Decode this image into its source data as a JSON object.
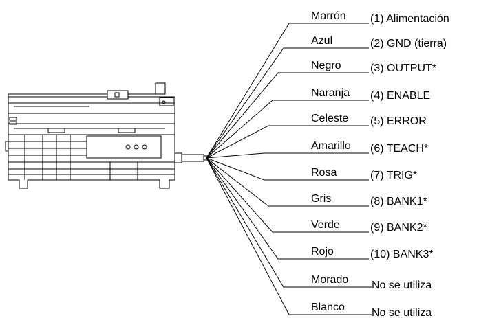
{
  "wires": [
    {
      "color": "Marrón",
      "signal": "(1) Alimentación"
    },
    {
      "color": "Azul",
      "signal": "(2) GND (tierra)"
    },
    {
      "color": "Negro",
      "signal": "(3) OUTPUT*"
    },
    {
      "color": "Naranja",
      "signal": "(4) ENABLE"
    },
    {
      "color": "Celeste",
      "signal": "(5) ERROR"
    },
    {
      "color": "Amarillo",
      "signal": "(6) TEACH*"
    },
    {
      "color": "Rosa",
      "signal": "(7) TRIG*"
    },
    {
      "color": "Gris",
      "signal": "(8) BANK1*"
    },
    {
      "color": "Verde",
      "signal": "(9) BANK2*"
    },
    {
      "color": "Rojo",
      "signal": "(10) BANK3*"
    },
    {
      "color": "Morado",
      "signal": "No se utiliza"
    },
    {
      "color": "Blanco",
      "signal": "No se utiliza"
    }
  ]
}
